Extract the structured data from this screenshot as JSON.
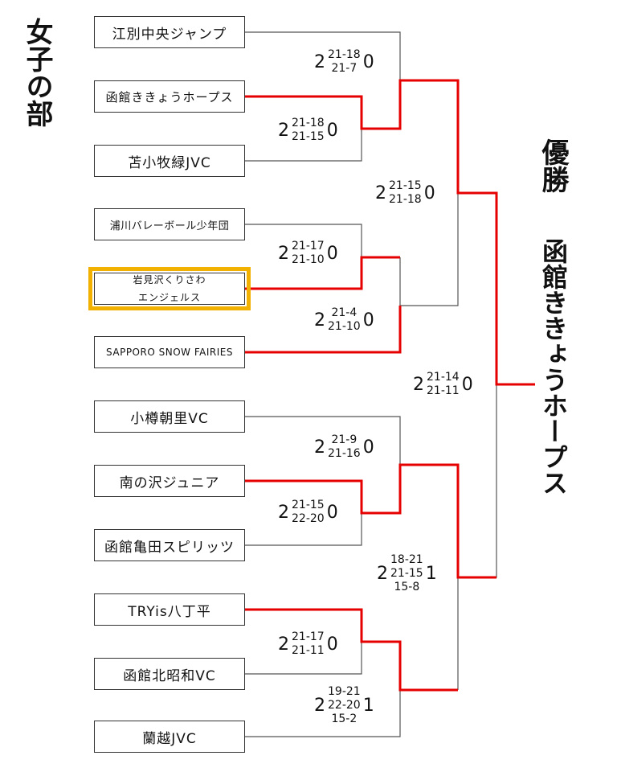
{
  "division_title": "女子の部",
  "champion_label": "優勝",
  "champion_name": "函館ききょうホープス",
  "teams": [
    "江別中央ジャンプ",
    "函館ききょうホープス",
    "苫小牧緑JVC",
    "浦川バレーボール少年団",
    [
      "岩見沢くりさわ",
      "エンジェルス"
    ],
    "SAPPORO SNOW FAIRIES",
    "小樽朝里VC",
    "南の沢ジュニア",
    "函館亀田スピリッツ",
    "TRYis八丁平",
    "函館北昭和VC",
    "蘭越JVC"
  ],
  "matches": [
    {
      "winner_sets": "2",
      "loser_sets": "0",
      "set_scores": [
        "21-18",
        "21-7"
      ]
    },
    {
      "winner_sets": "2",
      "loser_sets": "0",
      "set_scores": [
        "21-18",
        "21-15"
      ]
    },
    {
      "winner_sets": "2",
      "loser_sets": "0",
      "set_scores": [
        "21-15",
        "21-18"
      ]
    },
    {
      "winner_sets": "2",
      "loser_sets": "0",
      "set_scores": [
        "21-17",
        "21-10"
      ]
    },
    {
      "winner_sets": "2",
      "loser_sets": "0",
      "set_scores": [
        "21-4",
        "21-10"
      ]
    },
    {
      "winner_sets": "2",
      "loser_sets": "0",
      "set_scores": [
        "21-14",
        "21-11"
      ]
    },
    {
      "winner_sets": "2",
      "loser_sets": "0",
      "set_scores": [
        "21-9",
        "21-16"
      ]
    },
    {
      "winner_sets": "2",
      "loser_sets": "0",
      "set_scores": [
        "21-15",
        "22-20"
      ]
    },
    {
      "winner_sets": "2",
      "loser_sets": "1",
      "set_scores": [
        "18-21",
        "21-15",
        "15-8"
      ]
    },
    {
      "winner_sets": "2",
      "loser_sets": "0",
      "set_scores": [
        "21-17",
        "21-11"
      ]
    },
    {
      "winner_sets": "2",
      "loser_sets": "1",
      "set_scores": [
        "19-21",
        "22-20",
        "15-2"
      ]
    }
  ],
  "colors": {
    "win_line": "#e60000",
    "line": "#555555",
    "highlight": "#f2b000"
  }
}
